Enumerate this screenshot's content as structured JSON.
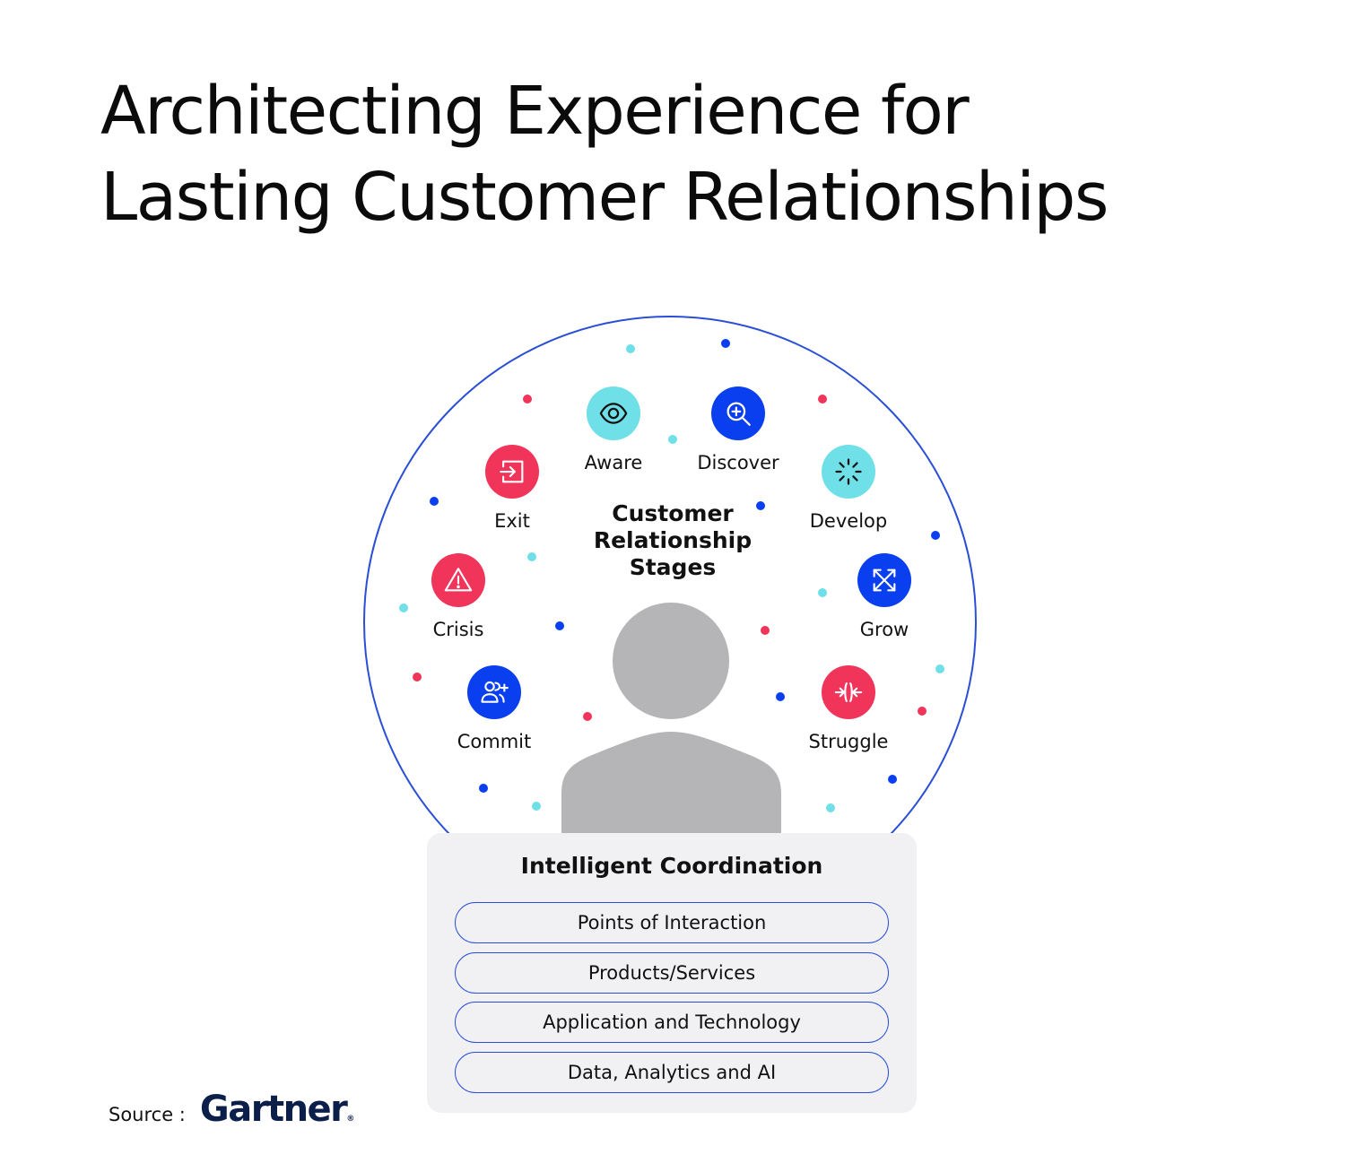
{
  "title": {
    "line1": "Architecting Experience for",
    "line2": "Lasting Customer Relationships"
  },
  "center": {
    "line1": "Customer",
    "line2": "Relationship",
    "line3": "Stages"
  },
  "stages": [
    {
      "label": "Aware",
      "icon": "eye-icon",
      "color": "#6fdfe8",
      "stroke": "#111111"
    },
    {
      "label": "Discover",
      "icon": "zoom-in-icon",
      "color": "#0a3ff0",
      "stroke": "#ffffff"
    },
    {
      "label": "Develop",
      "icon": "burst-icon",
      "color": "#6fdfe8",
      "stroke": "#111111"
    },
    {
      "label": "Grow",
      "icon": "expand-arrows-icon",
      "color": "#0a3ff0",
      "stroke": "#ffffff"
    },
    {
      "label": "Struggle",
      "icon": "compress-arrows-icon",
      "color": "#f0345a",
      "stroke": "#ffffff"
    },
    {
      "label": "Commit",
      "icon": "add-user-icon",
      "color": "#0a3ff0",
      "stroke": "#ffffff"
    },
    {
      "label": "Crisis",
      "icon": "warning-icon",
      "color": "#f0345a",
      "stroke": "#ffffff"
    },
    {
      "label": "Exit",
      "icon": "exit-icon",
      "color": "#f0345a",
      "stroke": "#ffffff"
    }
  ],
  "coordination": {
    "title": "Intelligent Coordination",
    "layers": [
      "Points of Interaction",
      "Products/Services",
      "Application and Technology",
      "Data, Analytics and AI"
    ]
  },
  "source": {
    "label": "Source :",
    "brand": "Gartner",
    "brand_mark": "®"
  },
  "colors": {
    "circle_outline": "#2a4fd6",
    "person": "#b5b5b7",
    "dot_cyan": "#6fdfe8",
    "dot_blue": "#0a3ff0",
    "dot_red": "#f0345a",
    "panel_bg": "#f1f1f3",
    "logo": "#0c1f4b"
  }
}
